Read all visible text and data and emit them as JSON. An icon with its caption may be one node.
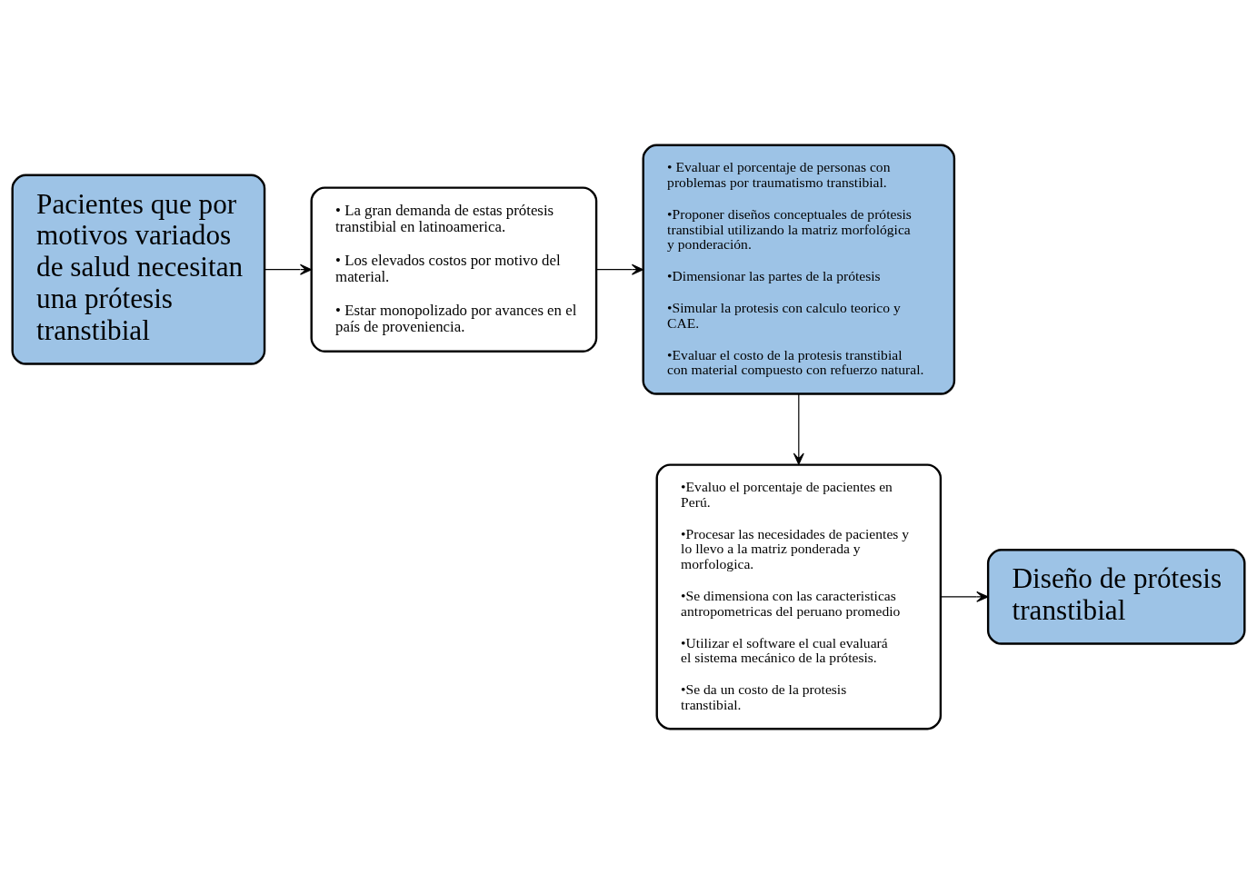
{
  "diagram": {
    "nodes": [
      {
        "text": [
          "Pacientes que por motivos variados de salud necesitan una prótesis transtibial"
        ]
      },
      {
        "text": [
          "• La gran demanda de estas prótesis transtibial en latinoamerica.",
          "• Los elevados costos por motivo del material.",
          "• Estar monopolizado por avances en el país de proveniencia."
        ]
      },
      {
        "text": [
          "• Evaluar el porcentaje de personas con problemas por traumatismo transtibial.",
          "•Proponer diseños conceptuales de prótesis transtibial utilizando la matriz morfológica y ponderación.",
          "•Dimensionar las partes de la prótesis",
          "•Simular la protesis con calculo teorico y CAE.",
          "•Evaluar el costo de la protesis transtibial con material compuesto con refuerzo natural."
        ]
      },
      {
        "text": [
          "•Evaluo el porcentaje de pacientes en Perú.",
          "•Procesar las necesidades de pacientes y lo llevo a la matriz ponderada y morfologica.",
          "•Se dimensiona con las caracteristicas antropometricas del peruano promedio",
          "•Utilizar el software el cual evaluará el sistema mecánico de la prótesis.",
          "•Se da un costo de la protesis transtibial."
        ]
      },
      {
        "text": [
          "Diseño de prótesis transtibial"
        ]
      }
    ],
    "edges": [
      {
        "from": 0,
        "to": 1,
        "arrow": "to"
      },
      {
        "from": 1,
        "to": 2,
        "arrow": "to"
      },
      {
        "from": 2,
        "to": 3,
        "arrow": "to"
      },
      {
        "from": 3,
        "to": 4,
        "arrow": "to"
      }
    ]
  }
}
